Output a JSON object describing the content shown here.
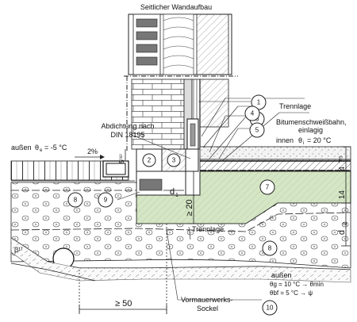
{
  "diagram": {
    "title": "Seitlicher Wandaufbau",
    "labels": {
      "abdichtung_line1": "Abdichtung nach",
      "abdichtung_line2": "DIN 18195",
      "trennlage_top": "Trennlage",
      "bitumen_line1": "Bitumenschweißbahn,",
      "bitumen_line2": "einlagig",
      "innen": "innen",
      "innen_theta": "θ",
      "innen_sub": "i",
      "innen_temp": "= 20 °C",
      "aussen_left": "außen",
      "aussen_theta": "θ",
      "aussen_sub": "e",
      "aussen_temp": "= -5 °C",
      "slope": "2%",
      "trennlage_bottom": "Trennlage",
      "vormauer_line1": "Vormauerwerks-",
      "vormauer_line2": "Sockel",
      "aussen_bottom": "außen",
      "theta_g": "θg  = 10 °C → θmin",
      "theta_bf": "θbf = 5 °C → ψ",
      "beta": "β¹⁾",
      "dim_75": "7⁵",
      "dim_4": "4",
      "dim_14": "14",
      "dim_d2": "d",
      "dim_d2_sub": "2",
      "dim_ge20": "≥ 20",
      "dim_5": "5⁽⁸⁾",
      "dim_d1": "d",
      "dim_d1_sub": "1",
      "dim_ge50": "≥ 50"
    },
    "callouts": [
      "1",
      "2",
      "3",
      "4",
      "5",
      "6",
      "7",
      "8",
      "8",
      "9",
      "10"
    ]
  }
}
